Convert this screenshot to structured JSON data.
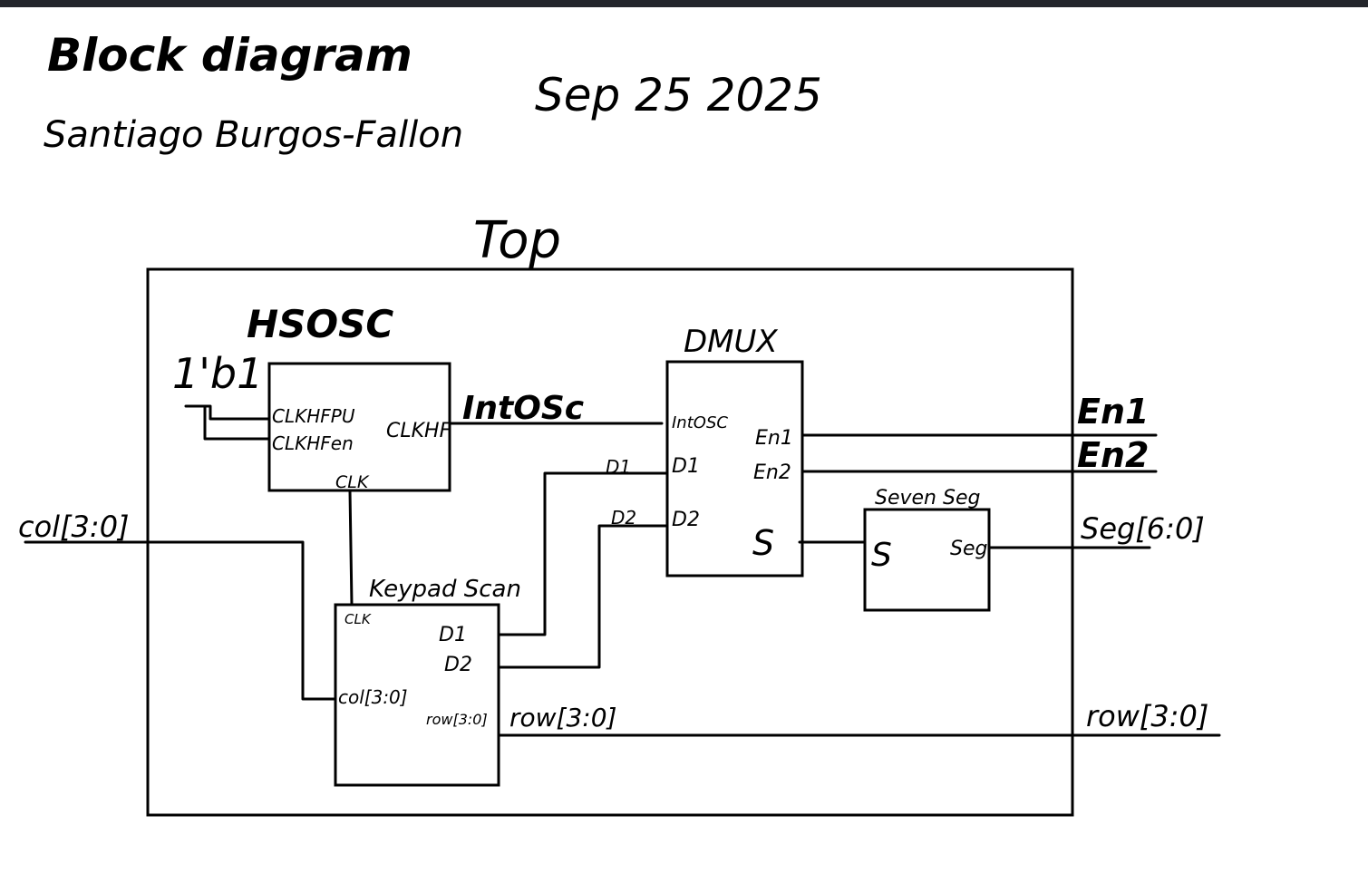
{
  "header": {
    "title": "Block diagram",
    "author": "Santiago Burgos-Fallon",
    "date": "Sep 25 2025"
  },
  "top_module": {
    "label": "Top"
  },
  "constant": {
    "label": "1'b1"
  },
  "hsosc": {
    "label": "HSOSC",
    "ports": {
      "clkhf_pu": "CLKHFPU",
      "clkhf_en": "CLKHFen",
      "clkhf": "CLKHF",
      "clk": "CLK"
    },
    "out_wire": "IntOSc"
  },
  "dmux": {
    "label": "DMUX",
    "ports": {
      "intosc": "IntOSC",
      "d1": "D1",
      "d2": "D2",
      "en1": "En1",
      "en2": "En2",
      "s": "S"
    },
    "wire_d1": "D1",
    "wire_d2": "D2"
  },
  "keypad": {
    "label": "Keypad Scan",
    "ports": {
      "clk": "CLK",
      "d1": "D1",
      "d2": "D2",
      "col": "col[3:0]",
      "row": "row[3:0]"
    },
    "row_wire": "row[3:0]"
  },
  "seven_seg": {
    "label": "Seven Seg",
    "ports": {
      "s": "S",
      "seg": "Seg"
    }
  },
  "io": {
    "col": "col[3:0]",
    "en1": "En1",
    "en2": "En2",
    "seg": "Seg[6:0]",
    "row": "row[3:0]"
  }
}
